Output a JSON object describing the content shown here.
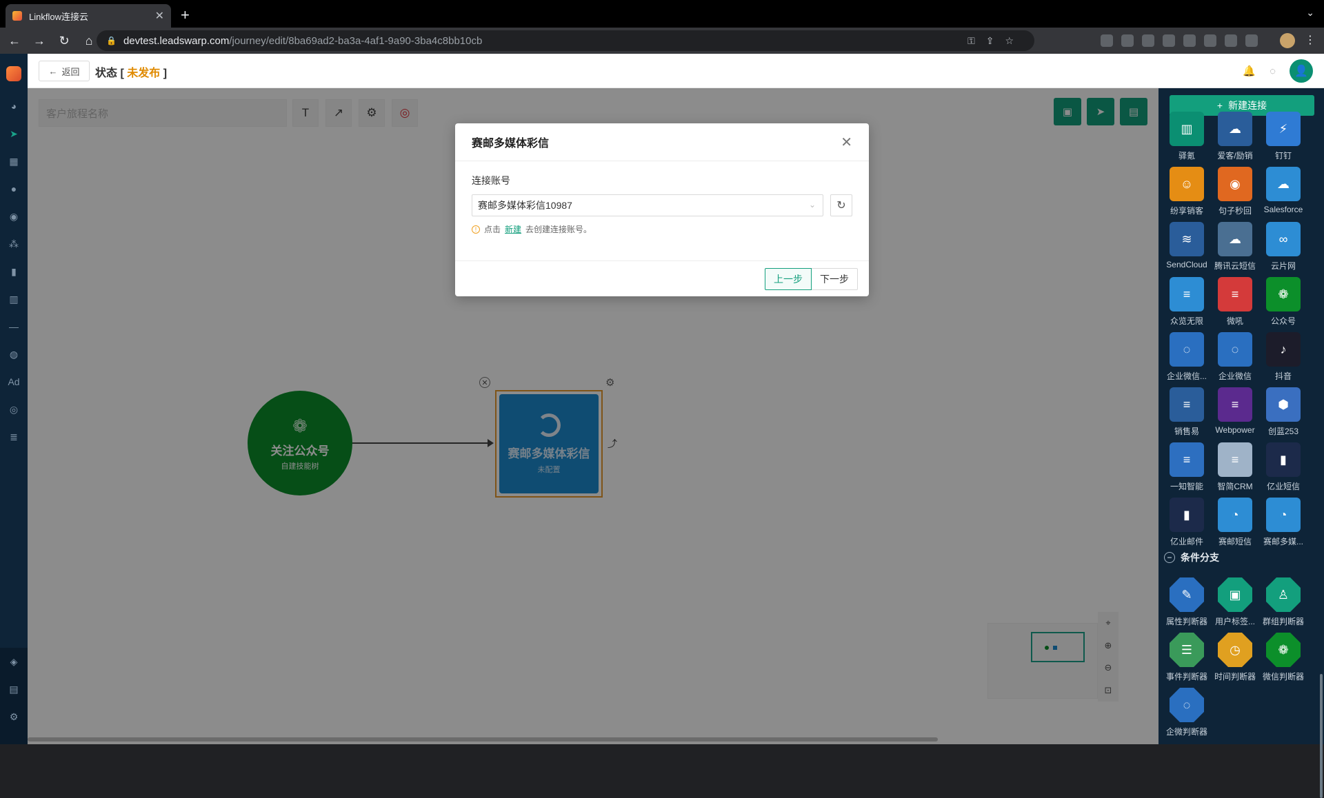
{
  "browser": {
    "tab_title": "Linkflow连接云",
    "url_domain": "devtest.leadswarp.com",
    "url_path": "/journey/edit/8ba69ad2-ba3a-4af1-9a90-3ba4c8bb10cb"
  },
  "header": {
    "back_label": "返回",
    "status_label": "状态",
    "bracket_open": "[",
    "status_value": "未发布",
    "bracket_close": "]"
  },
  "canvas": {
    "name_placeholder": "客户旅程名称",
    "start_node": {
      "name": "关注公众号",
      "sub": "自建技能树"
    },
    "action_node": {
      "name": "赛邮多媒体彩信",
      "sub": "未配置"
    }
  },
  "right_panel": {
    "new_connection_label": "新建连接",
    "connectors": [
      {
        "label": "驿氪",
        "color": "#0b8f72",
        "icon": "chart-icon"
      },
      {
        "label": "爱客/励销",
        "color": "#2a5d9a",
        "icon": "cloud-icon"
      },
      {
        "label": "钉钉",
        "color": "#2f7bd4",
        "icon": "bolt-icon"
      },
      {
        "label": "纷享销客",
        "color": "#e58d14",
        "icon": "face-icon"
      },
      {
        "label": "句子秒回",
        "color": "#e06820",
        "icon": "pin-icon"
      },
      {
        "label": "Salesforce",
        "color": "#2d8dd4",
        "icon": "cloud-icon"
      },
      {
        "label": "SendCloud",
        "color": "#2a5d9a",
        "icon": "wave-icon"
      },
      {
        "label": "腾讯云短信",
        "color": "#4a6f92",
        "icon": "cloud-icon"
      },
      {
        "label": "云片网",
        "color": "#2d8dd4",
        "icon": "link-icon"
      },
      {
        "label": "众览无限",
        "color": "#2d8dd4",
        "icon": "text-icon"
      },
      {
        "label": "微吼",
        "color": "#d43a3a",
        "icon": "text-icon"
      },
      {
        "label": "公众号",
        "color": "#0c8f2a",
        "icon": "wechat-icon"
      },
      {
        "label": "企业微信...",
        "color": "#2a6fc0",
        "icon": "chat-icon"
      },
      {
        "label": "企业微信",
        "color": "#2a6fc0",
        "icon": "chat-icon"
      },
      {
        "label": "抖音",
        "color": "#1c1c2a",
        "icon": "tiktok-icon"
      },
      {
        "label": "销售易",
        "color": "#2a5d9a",
        "icon": "text-icon"
      },
      {
        "label": "Webpower",
        "color": "#5b2a8e",
        "icon": "text-icon"
      },
      {
        "label": "创蓝253",
        "color": "#3a6fc0",
        "icon": "hex-icon"
      },
      {
        "label": "一知智能",
        "color": "#2d6fc0",
        "icon": "text-icon"
      },
      {
        "label": "智简CRM",
        "color": "#9fb3c8",
        "icon": "text-icon"
      },
      {
        "label": "亿业短信",
        "color": "#1c2a4a",
        "icon": "bars-icon"
      },
      {
        "label": "亿业邮件",
        "color": "#1c2a4a",
        "icon": "bars-icon"
      },
      {
        "label": "赛邮短信",
        "color": "#2d8dd4",
        "icon": "swirl-icon"
      },
      {
        "label": "赛邮多媒...",
        "color": "#2d8dd4",
        "icon": "swirl-icon"
      }
    ],
    "section_title": "条件分支",
    "conditions": [
      {
        "label": "属性判断器",
        "color": "#2a6fc0",
        "icon": "edit-icon"
      },
      {
        "label": "用户标签...",
        "color": "#139f7d",
        "icon": "id-icon"
      },
      {
        "label": "群组判断器",
        "color": "#139f7d",
        "icon": "user-icon"
      },
      {
        "label": "事件判断器",
        "color": "#3a9a5a",
        "icon": "list-icon"
      },
      {
        "label": "时间判断器",
        "color": "#e0a020",
        "icon": "clock-icon"
      },
      {
        "label": "微信判断器",
        "color": "#0c8f2a",
        "icon": "wechat-icon"
      },
      {
        "label": "企微判断器",
        "color": "#2a6fc0",
        "icon": "chat-icon"
      }
    ]
  },
  "modal": {
    "title": "赛邮多媒体彩信",
    "field_label": "连接账号",
    "selected_account": "赛邮多媒体彩信10987",
    "hint_prefix": "点击",
    "hint_link": "新建",
    "hint_suffix": "去创建连接账号。",
    "prev_label": "上一步",
    "next_label": "下一步"
  }
}
